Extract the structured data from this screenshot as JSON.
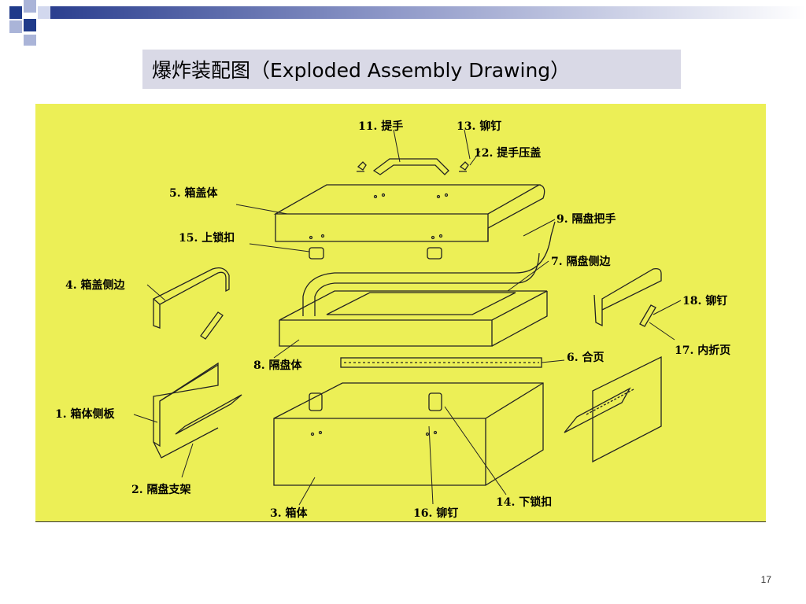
{
  "title": "爆炸装配图（Exploded Assembly Drawing）",
  "page_number": "17",
  "colors": {
    "panel": "#ecef56",
    "title_box": "#d9d9e6",
    "accent": "#1f3a8a"
  },
  "labels": {
    "l11": "11. 提手",
    "l13": "13. 铆钉",
    "l12": "12. 提手压盖",
    "l5": "5. 箱盖体",
    "l9": "9. 隔盘把手",
    "l15": "15. 上锁扣",
    "l7": "7. 隔盘侧边",
    "l4": "4. 箱盖侧边",
    "l18": "18. 铆钉",
    "l17": "17. 内折页",
    "l8": "8. 隔盘体",
    "l6": "6. 合页",
    "l1": "1. 箱体侧板",
    "l2": "2. 隔盘支架",
    "l3": "3. 箱体",
    "l16": "16. 铆钉",
    "l14": "14. 下锁扣"
  }
}
